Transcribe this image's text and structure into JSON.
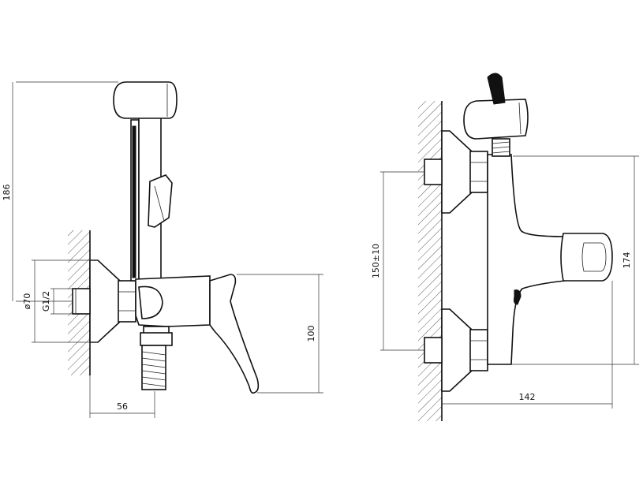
{
  "dimensions": {
    "height_total": "186",
    "flange_diameter": "ø70",
    "thread": "G1/2",
    "outlet_height": "100",
    "wall_offset": "56",
    "centers": "150±10",
    "height_right": "174",
    "depth": "142"
  }
}
